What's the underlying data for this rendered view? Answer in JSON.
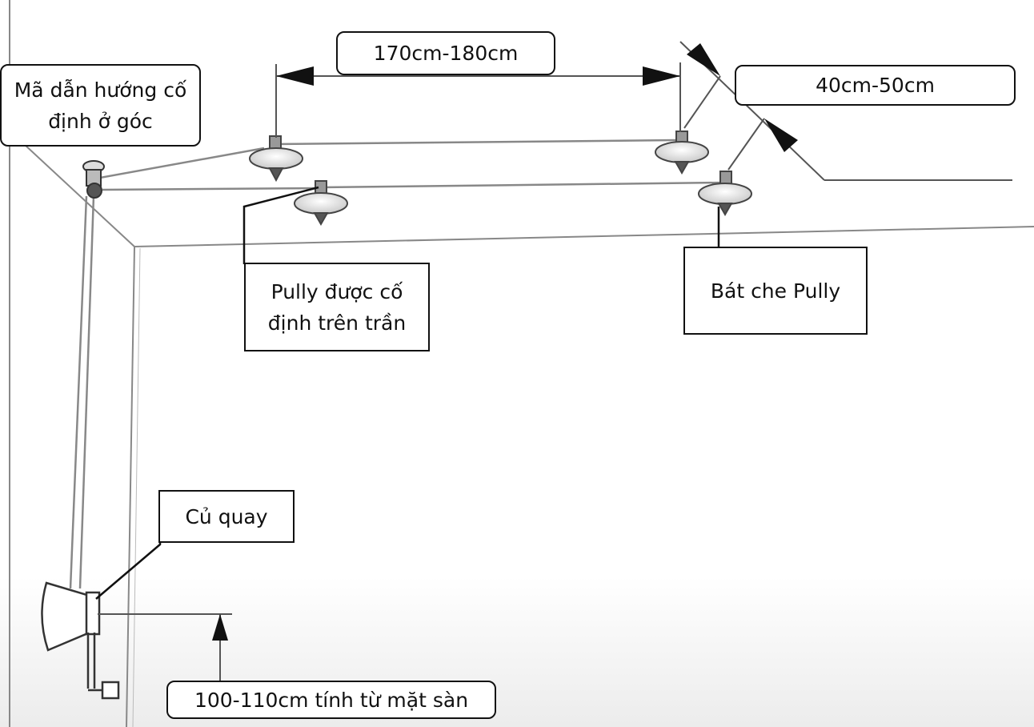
{
  "diagram": {
    "labels": {
      "corner_guide": "Mã dẫn hướng cố định ở góc",
      "span_length": "170cm-180cm",
      "span_width": "40cm-50cm",
      "ceiling_pulley": "Pully được cố định trên trần",
      "pulley_cover": "Bát che Pully",
      "crank": "Củ quay",
      "crank_height": "100-110cm tính từ mặt sàn"
    },
    "colors": {
      "line": "#888888",
      "ink": "#111111",
      "fill": "#ffffff",
      "floor_fade": "#ececec"
    }
  }
}
